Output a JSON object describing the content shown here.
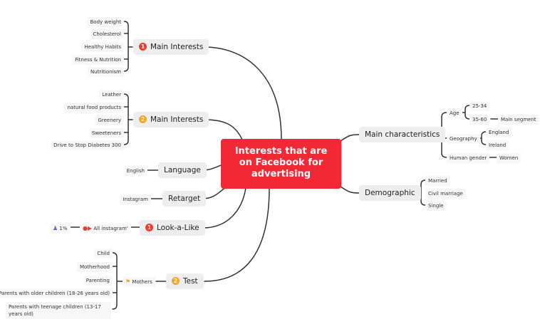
{
  "center": {
    "title": "Interests that are on Facebook for advertising"
  },
  "left": {
    "main_interests_1": {
      "priority": "1",
      "label": "Main Interests",
      "items": [
        "Body weight",
        "Cholesterol",
        "Healthy Habits",
        "Fitness & Nutrition",
        "Nutritionism"
      ]
    },
    "main_interests_2": {
      "priority": "2",
      "label": "Main Interests",
      "items": [
        "Leather",
        "natural food products",
        "Greenery",
        "Sweeteners",
        "Drive to Stop Diabetes 300"
      ]
    },
    "language": {
      "label": "Language",
      "items": [
        "English"
      ]
    },
    "retarget": {
      "label": "Retarget",
      "items": [
        "Instagram"
      ]
    },
    "lookalike": {
      "priority": "1",
      "label": "Look-a-Like",
      "item": "All instagram'",
      "percent": "1%"
    },
    "test": {
      "priority": "2",
      "label": "Test",
      "group": "Mothers",
      "items": [
        "Child",
        "Motherhood",
        "Parenting",
        "Parents with older children (18-26 years old)",
        "Parents with teenage children (13-17 years old)"
      ]
    }
  },
  "right": {
    "main_characteristics": {
      "label": "Main characteristics",
      "age": {
        "label": "Age",
        "items": [
          "25-34",
          "35-60"
        ],
        "note": "Main segment"
      },
      "geography": {
        "label": "Geography",
        "items": [
          "England",
          "Ireland"
        ]
      },
      "gender": {
        "label": "Human gender",
        "value": "Women"
      }
    },
    "demographic": {
      "label": "Demographic",
      "items": [
        "Married",
        "Civil marriage",
        "Single"
      ]
    }
  },
  "colors": {
    "center": "#f32836",
    "badge_red": "#ef3b2c",
    "badge_orange": "#f5a623",
    "line": "#333333"
  },
  "icons": {
    "lookalike_person": "person-icon",
    "lookalike_flag": "priority-flag-icon",
    "mothers_flag": "flag-icon"
  }
}
